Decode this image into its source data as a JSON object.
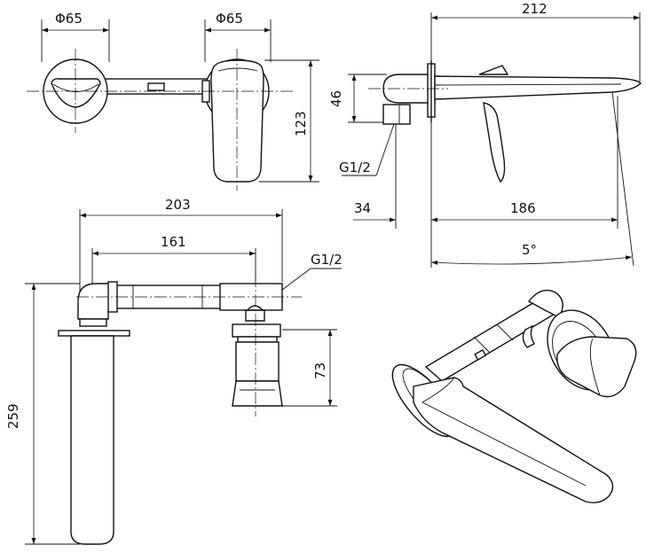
{
  "dimensions": {
    "dia_left": "Φ65",
    "dia_right": "Φ65",
    "depth_total": "212",
    "top_height": "123",
    "body_height": "46",
    "thread_side": "G1/2",
    "offset_34": "34",
    "spout_186": "186",
    "angle": "5°",
    "width_203": "203",
    "width_161": "161",
    "thread_bottom": "G1/2",
    "height_259": "259",
    "height_73": "73"
  },
  "colors": {
    "line": "#111111",
    "background": "#ffffff"
  }
}
